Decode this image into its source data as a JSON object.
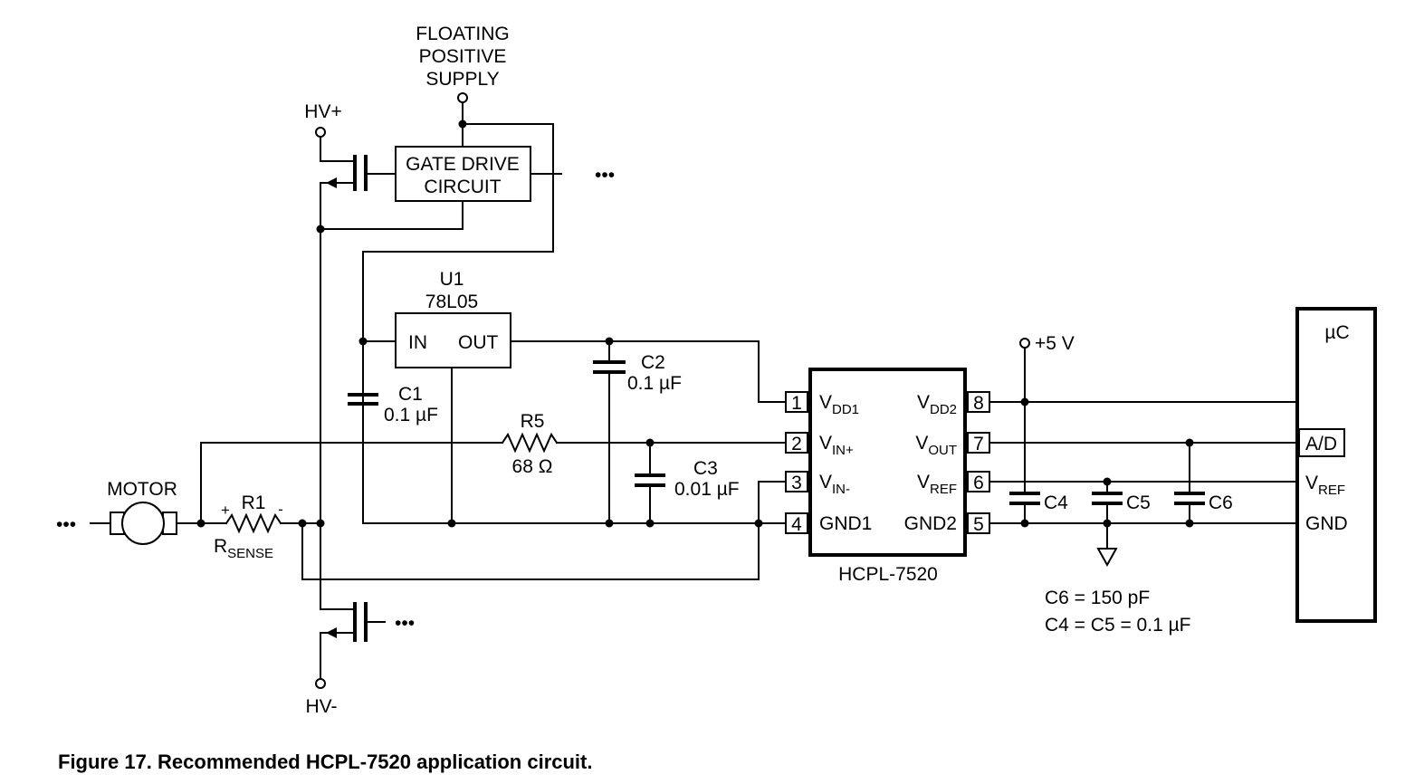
{
  "labels": {
    "floating1": "FLOATING",
    "floating2": "POSITIVE",
    "floating3": "SUPPLY",
    "hv_plus": "HV+",
    "hv_minus": "HV-",
    "gate1": "GATE DRIVE",
    "gate2": "CIRCUIT",
    "u1_ref": "U1",
    "u1_part": "78L05",
    "u1_in": "IN",
    "u1_out": "OUT",
    "c1": "C1",
    "c1_val": "0.1 µF",
    "c2": "C2",
    "c2_val": "0.1 µF",
    "c3": "C3",
    "c3_val": "0.01 µF",
    "r5": "R5",
    "r5_val": "68 Ω",
    "motor": "MOTOR",
    "r1": "R1",
    "r1_plus": "+",
    "r1_minus": "-",
    "rsense_main": "R",
    "rsense_sub": "SENSE",
    "ellipsis": "•••",
    "vdd1_main": "V",
    "vdd1_sub": "DD1",
    "vinp_main": "V",
    "vinp_sub": "IN+",
    "vinm_main": "V",
    "vinm_sub": "IN-",
    "gnd1": "GND1",
    "vdd2_main": "V",
    "vdd2_sub": "DD2",
    "vout_main": "V",
    "vout_sub": "OUT",
    "vref_main": "V",
    "vref_sub": "REF",
    "gnd2": "GND2",
    "pin1": "1",
    "pin2": "2",
    "pin3": "3",
    "pin4": "4",
    "pin5": "5",
    "pin6": "6",
    "pin7": "7",
    "pin8": "8",
    "ic_name": "HCPL-7520",
    "plus5v": "+5 V",
    "c4": "C4",
    "c5": "C5",
    "c6": "C6",
    "note1": "C6 = 150 pF",
    "note2": "C4 = C5 = 0.1 µF",
    "uc": "µC",
    "ad": "A/D",
    "uc_vref_main": "V",
    "uc_vref_sub": "REF",
    "uc_gnd": "GND"
  },
  "caption": "Figure 17. Recommended HCPL-7520 application circuit."
}
